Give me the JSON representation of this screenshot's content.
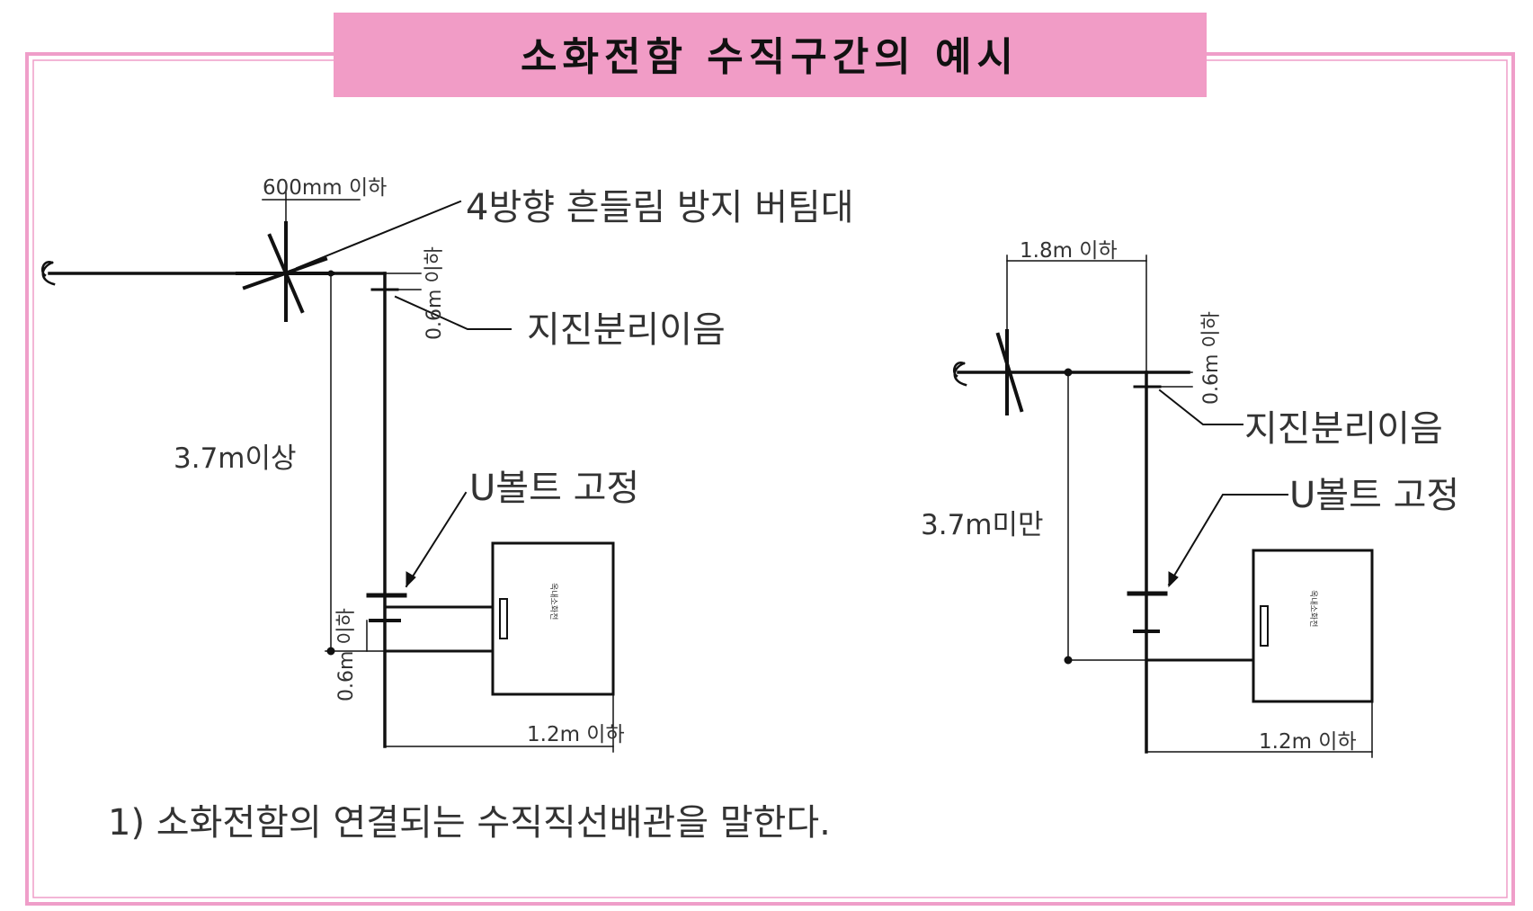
{
  "title": "소화전함 수직구간의 예시",
  "colors": {
    "frame": "#ef9ec9",
    "title_bar": "#f19cc6",
    "line": "#111111",
    "text": "#333333",
    "dim_text": "#555555"
  },
  "left_diagram": {
    "label_brace": "4방향 흔들림 방지 버팀대",
    "label_joint": "지진분리이음",
    "label_ubolt": "U볼트 고정",
    "dim_top": "600mm 이하",
    "dim_side_top": "0.6m 이하",
    "dim_height": "3.7m이상",
    "dim_side_bottom": "0.6m 이하",
    "dim_bottom": "1.2m 이하",
    "cabinet_text": "옥내소화전"
  },
  "right_diagram": {
    "dim_top": "1.8m 이하",
    "dim_side_top": "0.6m 이하",
    "label_joint": "지진분리이음",
    "label_ubolt": "U볼트 고정",
    "dim_height": "3.7m미만",
    "dim_bottom": "1.2m 이하",
    "cabinet_text": "옥내소화전"
  },
  "footnote": "1) 소화전함의 연결되는 수직직선배관을 말한다."
}
